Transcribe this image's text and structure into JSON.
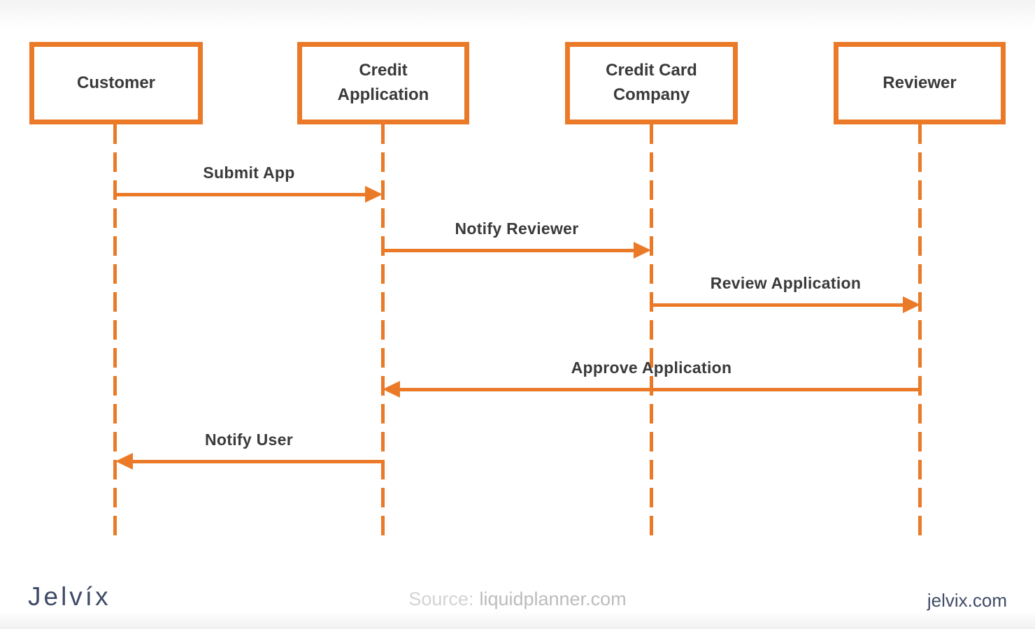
{
  "diagram": {
    "type": "sequence-diagram",
    "accent_color": "#EB7A28",
    "text_color": "#3A3A3A",
    "actors": [
      {
        "label": "Customer"
      },
      {
        "label": "Credit Application"
      },
      {
        "label": "Credit Card Company"
      },
      {
        "label": "Reviewer"
      }
    ],
    "messages": [
      {
        "label": "Submit App",
        "from": "Customer",
        "to": "Credit Application",
        "direction": "right"
      },
      {
        "label": "Notify Reviewer",
        "from": "Credit Application",
        "to": "Credit Card Company",
        "direction": "right"
      },
      {
        "label": "Review Application",
        "from": "Credit Card Company",
        "to": "Reviewer",
        "direction": "right"
      },
      {
        "label": "Approve Application",
        "from": "Reviewer",
        "to": "Credit Application",
        "direction": "left"
      },
      {
        "label": "Notify User",
        "from": "Credit Application",
        "to": "Customer",
        "direction": "left"
      }
    ]
  },
  "footer": {
    "logo_text": "Jelvíx",
    "logo_color": "#3F4B66",
    "source_label": "Source:",
    "source_value": "liquidplanner.com",
    "website": "jelvix.com"
  }
}
